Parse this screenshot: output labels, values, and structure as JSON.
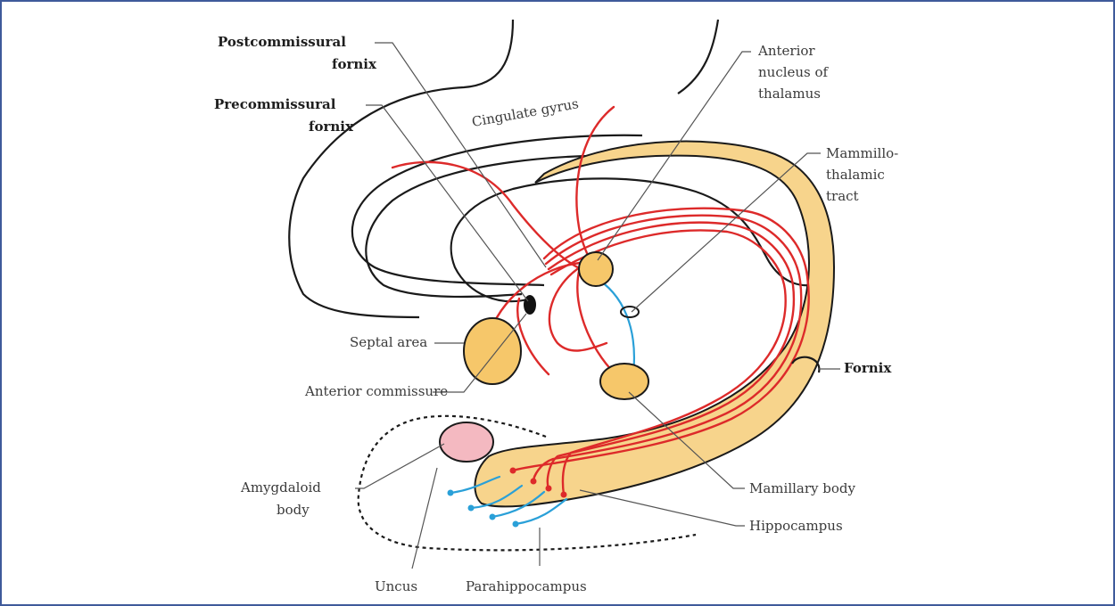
{
  "colors": {
    "border": "#3f5a9a",
    "fornix_fill": "#f7d48c",
    "fiber_red": "#dd2a2a",
    "fiber_blue": "#2aa0d8",
    "amygdala": "#f4b9c1",
    "nucleus_fill": "#f6c76a"
  },
  "labels": {
    "postcommissural_1": "Postcommissural",
    "postcommissural_2": "fornix",
    "precommissural_1": "Precommissural",
    "precommissural_2": "fornix",
    "cingulate": "Cingulate gyrus",
    "anterior_nucleus_1": "Anterior",
    "anterior_nucleus_2": "nucleus of",
    "anterior_nucleus_3": "thalamus",
    "mammillothalamic_1": "Mammillo-",
    "mammillothalamic_2": "thalamic",
    "mammillothalamic_3": "tract",
    "septal_area": "Septal area",
    "anterior_commissure": "Anterior commissure",
    "fornix": "Fornix",
    "amygdaloid_1": "Amygdaloid",
    "amygdaloid_2": "body",
    "mamillary_body": "Mamillary body",
    "hippocampus": "Hippocampus",
    "uncus": "Uncus",
    "parahippocampus": "Parahippocampus"
  }
}
